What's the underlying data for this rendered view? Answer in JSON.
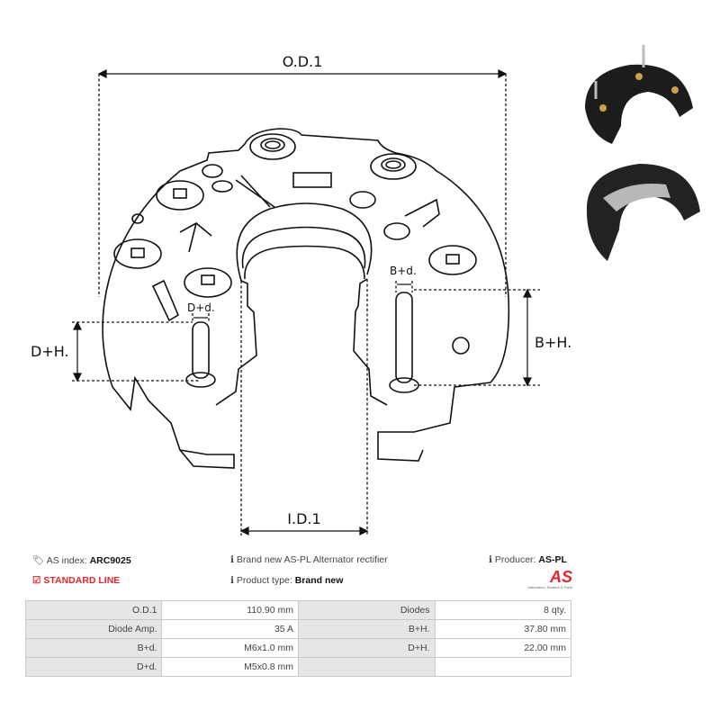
{
  "diagram": {
    "labels": {
      "od1": "O.D.1",
      "id1": "I.D.1",
      "bh": "B+H.",
      "dh": "D+H.",
      "bd": "B+d.",
      "dd": "D+d."
    }
  },
  "info": {
    "as_index_label": "AS index:",
    "as_index_value": "ARC9025",
    "line": "STANDARD LINE",
    "description": "Brand new AS-PL Alternator rectifier",
    "product_type_label": "Product type:",
    "product_type_value": "Brand new",
    "producer_label": "Producer:",
    "producer_value": "AS-PL",
    "logo_text": "AS",
    "logo_tagline": "Alternators, Starters & Parts"
  },
  "icons": {
    "tag": "tags-icon",
    "check": "checkbox-icon",
    "info": "info-icon"
  },
  "colors": {
    "accent": "#e3262e",
    "label_bg": "#e6e6e6"
  },
  "specs": [
    [
      "O.D.1",
      "110.90 mm",
      "Diodes",
      "8 qty."
    ],
    [
      "Diode Amp.",
      "35 A",
      "B+H.",
      "37.80 mm"
    ],
    [
      "B+d.",
      "M6x1.0 mm",
      "D+H.",
      "22.00 mm"
    ],
    [
      "D+d.",
      "M5x0.8 mm",
      "",
      ""
    ]
  ]
}
